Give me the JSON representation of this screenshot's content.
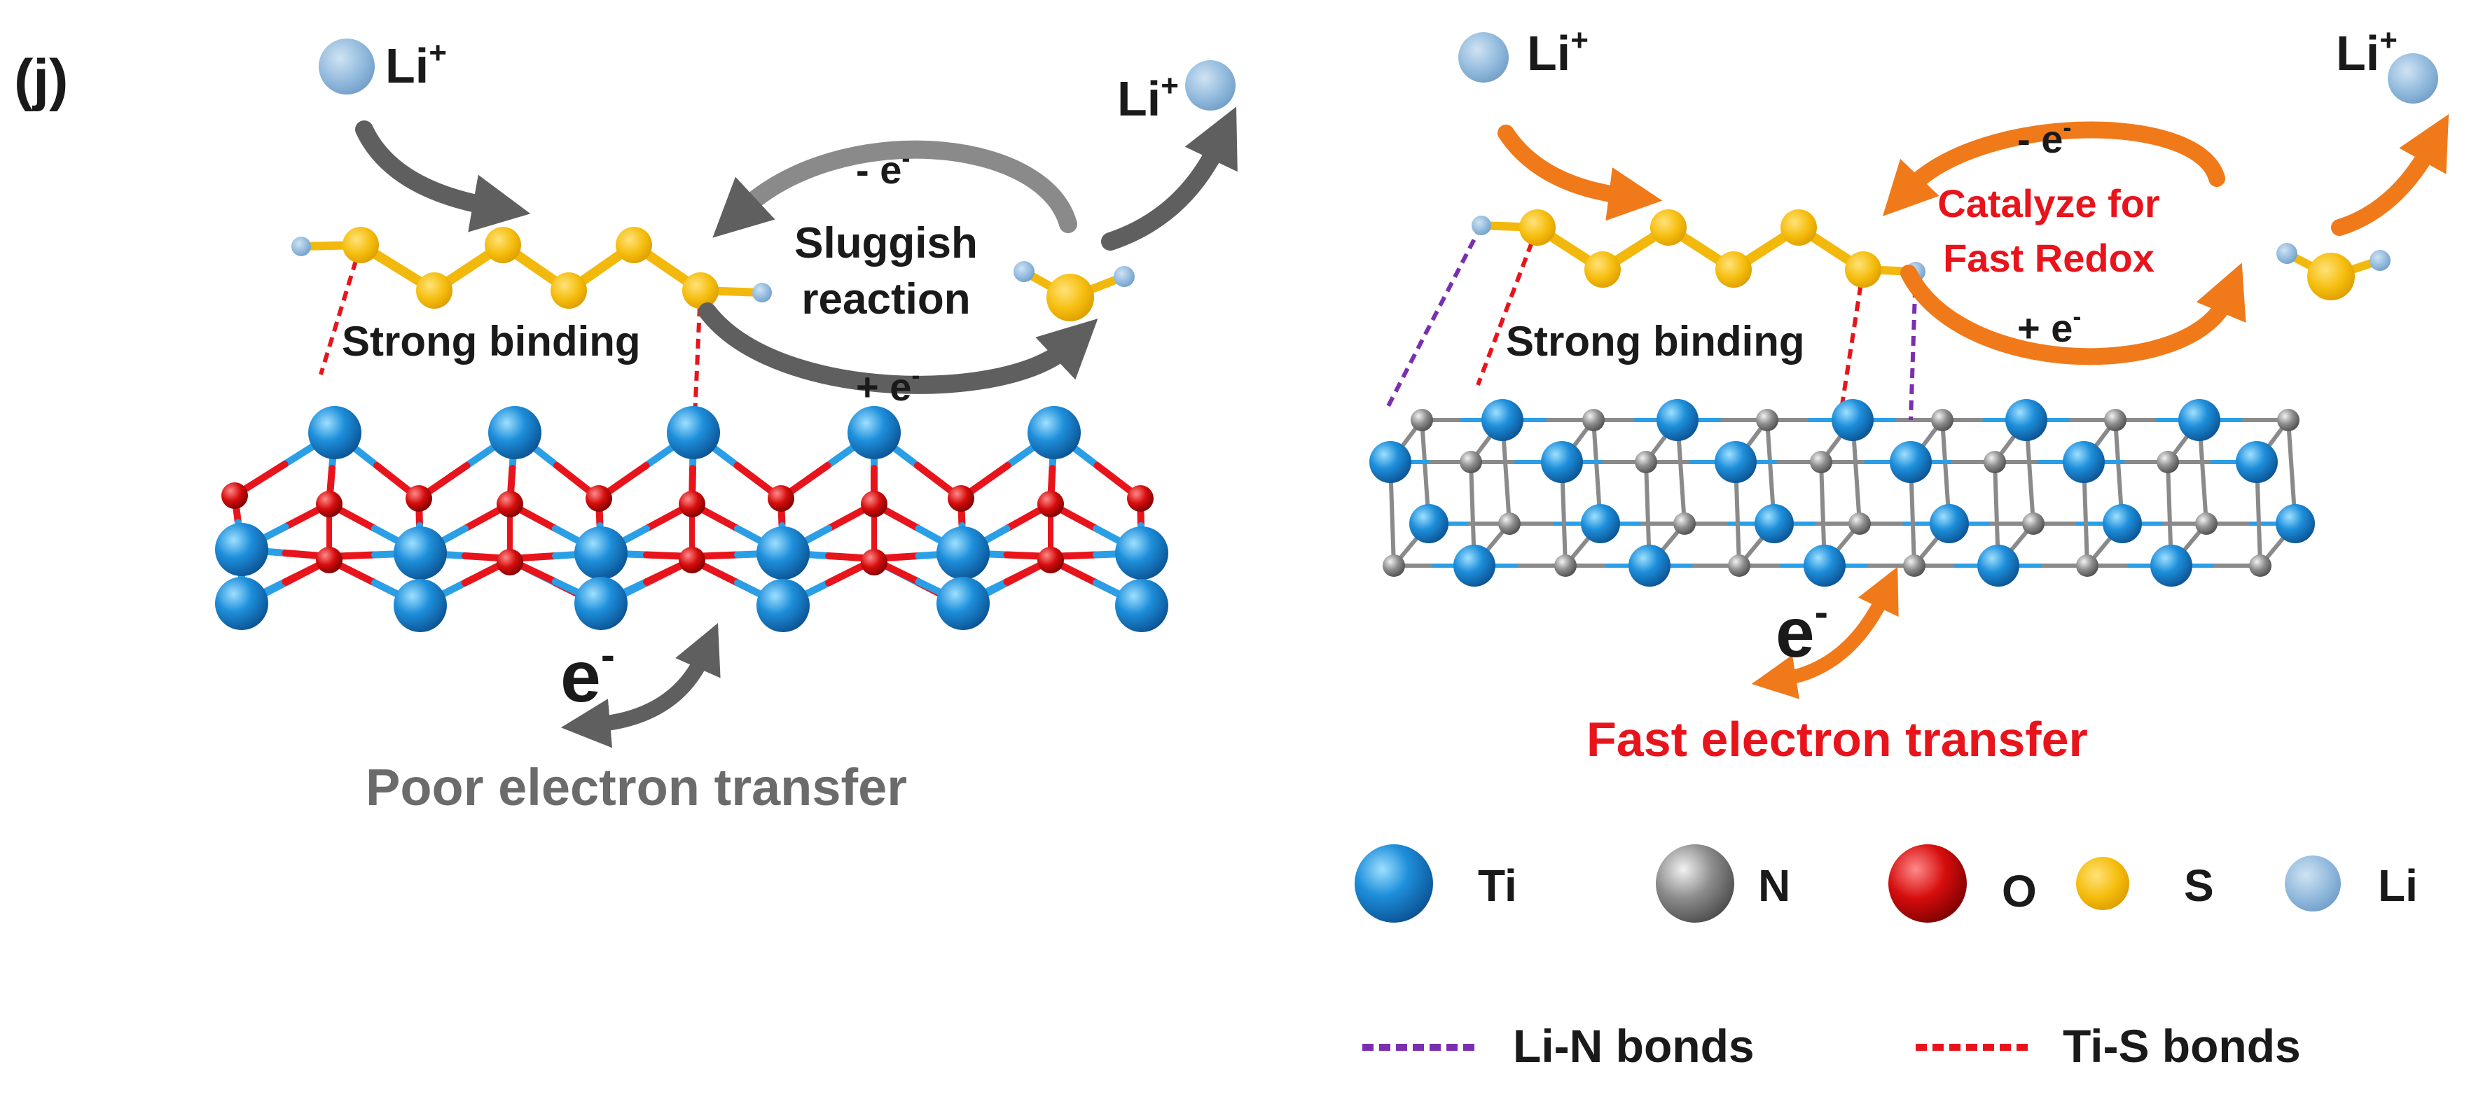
{
  "figure": {
    "panel_label": "(j)",
    "ion_label": "Li",
    "ion_charge": "+",
    "electron": "e",
    "electron_charge": "-"
  },
  "left_panel": {
    "minus_e": "- e",
    "plus_e": "+ e",
    "reaction_line1": "Sluggish",
    "reaction_line2": "reaction",
    "binding": "Strong binding",
    "transfer": "Poor electron transfer"
  },
  "right_panel": {
    "minus_e": "- e",
    "plus_e": "+ e",
    "catalyze_line1": "Catalyze for",
    "catalyze_line2": "Fast Redox",
    "binding": "Strong binding",
    "transfer": "Fast electron transfer"
  },
  "legend": {
    "atoms": [
      {
        "symbol": "Ti",
        "color": "#1e8fdb"
      },
      {
        "symbol": "N",
        "color": "#8c8c8c"
      },
      {
        "symbol": "O",
        "color": "#d60d0d"
      },
      {
        "symbol": "S",
        "color": "#f5bd0c"
      },
      {
        "symbol": "Li",
        "color": "#8fb8dc"
      }
    ],
    "bonds": [
      {
        "label": "Li-N bonds",
        "color": "#7a2fb0"
      },
      {
        "label": "Ti-S bonds",
        "color": "#e8141c"
      }
    ]
  },
  "colors": {
    "arrow_gray": "#5f5f5f",
    "arrow_orange": "#f07a1a",
    "highlight_red": "#e8141c"
  }
}
